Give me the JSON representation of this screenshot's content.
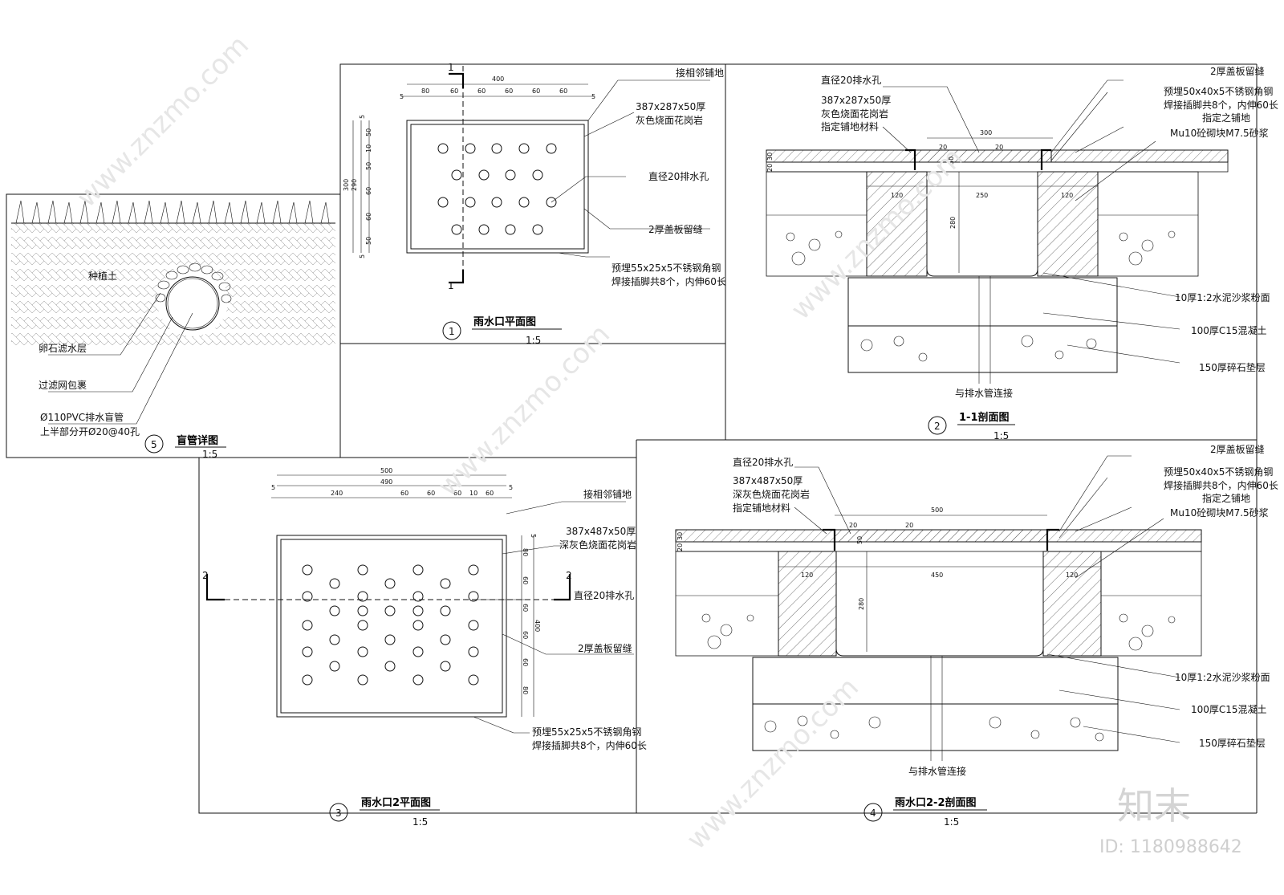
{
  "watermark": {
    "brand": "知末",
    "site": "www.znzmo.com",
    "id": "ID: 1180988642"
  },
  "detail1": {
    "num": "1",
    "title": "雨水口平面图",
    "scale": "1:5",
    "section_mark": "1",
    "dims_top": [
      "400",
      "5",
      "80",
      "60",
      "60",
      "60",
      "60",
      "60",
      "5"
    ],
    "dims_left": [
      "300",
      "290",
      "5",
      "50",
      "10",
      "50",
      "60",
      "60",
      "50",
      "5"
    ],
    "labels": [
      "接相邻铺地",
      "387x287x50厚",
      "灰色烧面花岗岩",
      "直径20排水孔",
      "2厚盖板留缝",
      "预埋55x25x5不锈钢角钢",
      "焊接插脚共8个，内伸60长"
    ]
  },
  "detail2": {
    "num": "2",
    "title": "1-1剖面图",
    "scale": "1:5",
    "labels_left": [
      "直径20排水孔",
      "387x287x50厚",
      "灰色烧面花岗岩",
      "指定铺地材料"
    ],
    "labels_right": [
      "2厚盖板留缝",
      "预埋50x40x5不锈钢角钢",
      "焊接插脚共8个，内伸60长",
      "指定之铺地",
      "Mu10砼砌块M7.5砂浆",
      "10厚1:2水泥沙浆粉面",
      "100厚C15混凝土",
      "150厚碎石垫层"
    ],
    "dims": [
      "300",
      "20",
      "20",
      "50",
      "20",
      "30",
      "120",
      "250",
      "120",
      "280"
    ],
    "bottom_label": "与排水管连接"
  },
  "detail3": {
    "num": "3",
    "title": "雨水口2平面图",
    "scale": "1:5",
    "section_mark": "2",
    "dims_top": [
      "500",
      "490",
      "5",
      "240",
      "60",
      "60",
      "60",
      "10",
      "60",
      "5"
    ],
    "dims_right": [
      "5",
      "80",
      "60",
      "60",
      "400",
      "60",
      "60",
      "80"
    ],
    "labels": [
      "接相邻铺地",
      "387x487x50厚",
      "深灰色烧面花岗岩",
      "直径20排水孔",
      "2厚盖板留缝",
      "预埋55x25x5不锈钢角钢",
      "焊接插脚共8个，内伸60长"
    ]
  },
  "detail4": {
    "num": "4",
    "title": "雨水口2-2剖面图",
    "scale": "1:5",
    "labels_left": [
      "直径20排水孔",
      "387x487x50厚",
      "深灰色烧面花岗岩",
      "指定铺地材料"
    ],
    "labels_right": [
      "2厚盖板留缝",
      "预埋50x40x5不锈钢角钢",
      "焊接插脚共8个，内伸60长",
      "指定之铺地",
      "Mu10砼砌块M7.5砂浆",
      "10厚1:2水泥沙浆粉面",
      "100厚C15混凝土",
      "150厚碎石垫层"
    ],
    "dims": [
      "500",
      "20",
      "20",
      "50",
      "20",
      "30",
      "120",
      "450",
      "120",
      "280"
    ],
    "bottom_label": "与排水管连接"
  },
  "detail5": {
    "num": "5",
    "title": "盲管详图",
    "scale": "1:5",
    "labels": [
      "种植土",
      "卵石滤水层",
      "过滤网包裹",
      "Ø110PVC排水盲管",
      "上半部分开Ø20@40孔"
    ]
  }
}
